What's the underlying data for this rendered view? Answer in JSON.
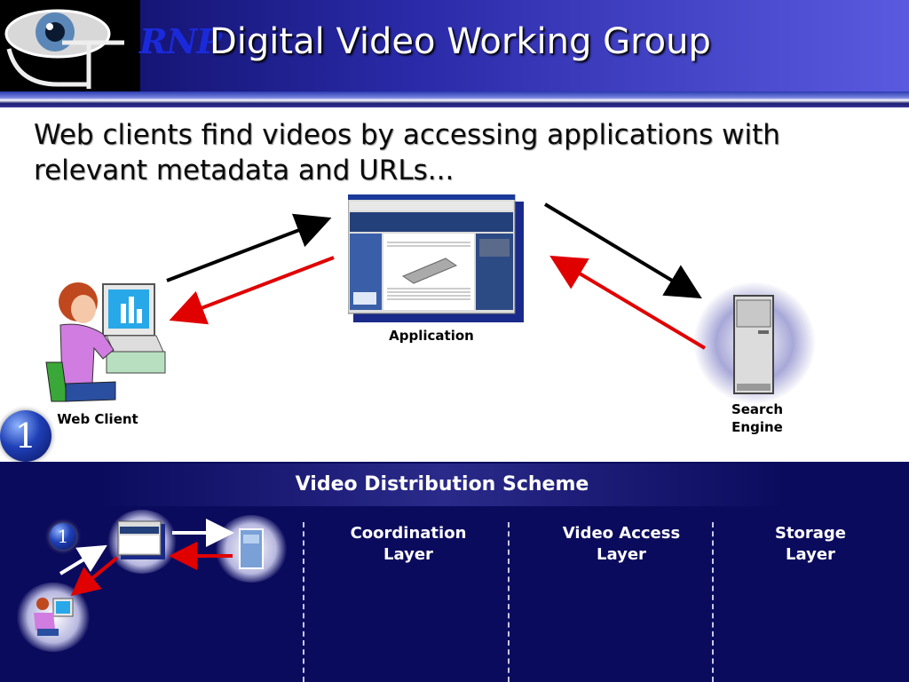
{
  "header": {
    "brand": "RNP",
    "title": "Digital Video Working Group"
  },
  "subtitle": "Web clients find videos by accessing applications with relevant metadata and URLs...",
  "diagram": {
    "application_label": "Application",
    "web_client_label": "Web Client",
    "search_engine_label": "Search Engine",
    "step_number": "1"
  },
  "scheme": {
    "title": "Video Distribution Scheme",
    "layers": [
      "Coordination Layer",
      "Video Access Layer",
      "Storage Layer"
    ],
    "step_number": "1"
  },
  "colors": {
    "request_arrow": "#000000",
    "response_arrow": "#e00000",
    "panel_bg": "#0b0b5e"
  }
}
